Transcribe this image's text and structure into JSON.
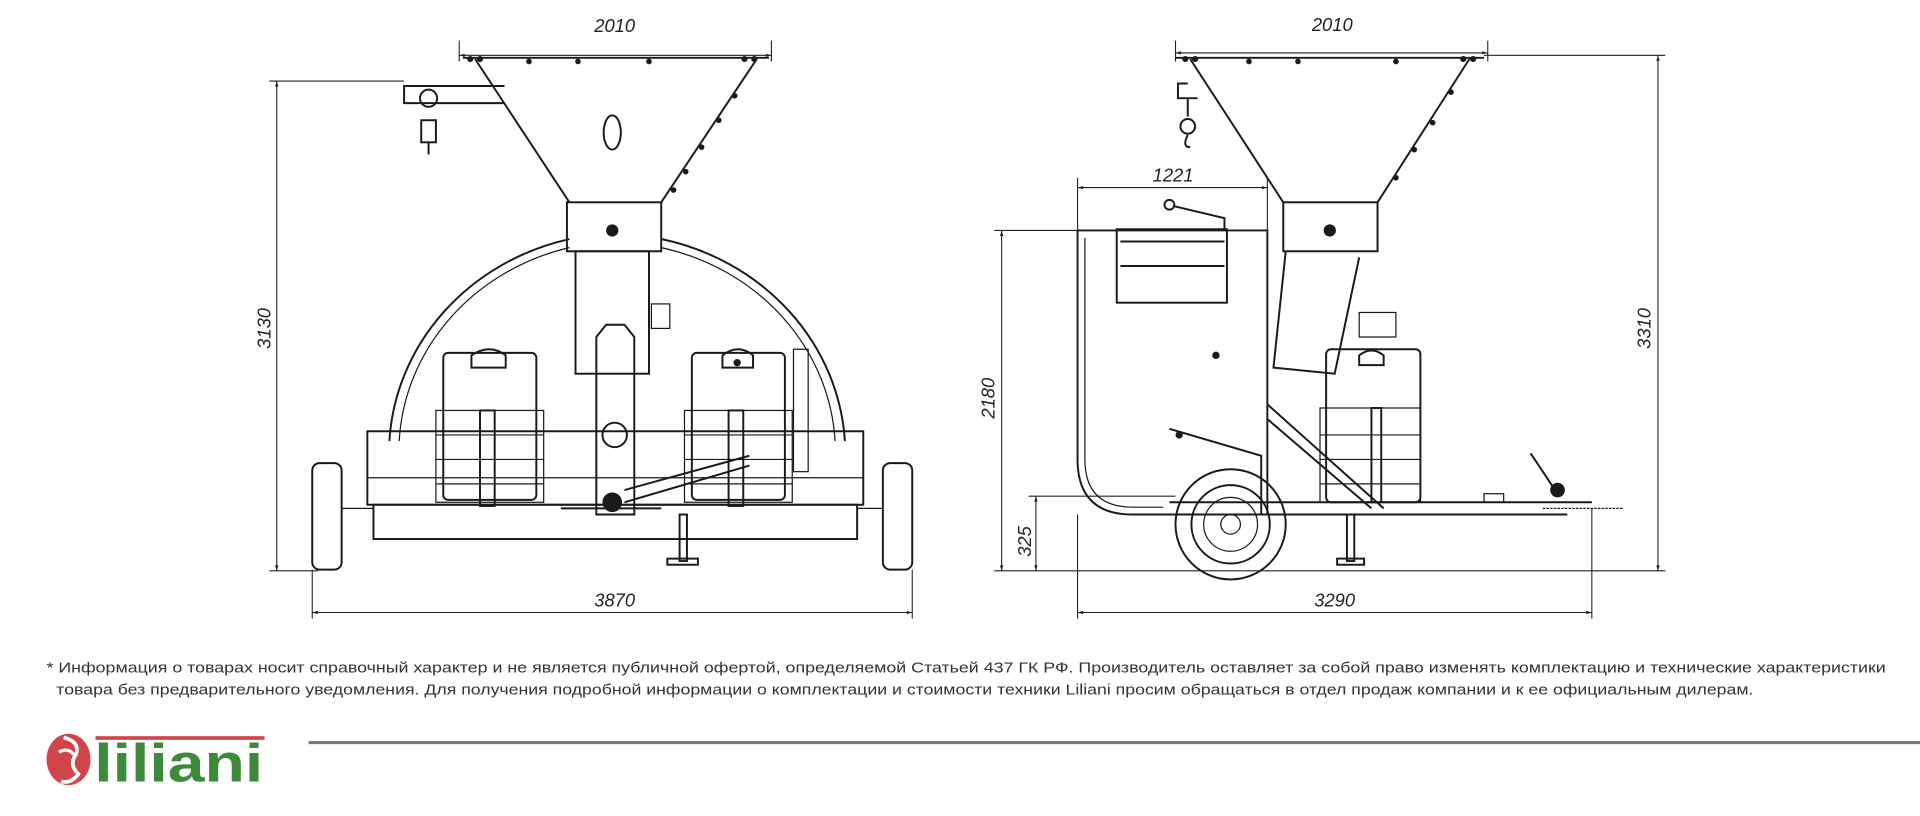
{
  "front_view": {
    "dim_top_width": "2010",
    "dim_height": "3130",
    "dim_total_width": "3870"
  },
  "side_view": {
    "dim_top_width": "2010",
    "dim_body_length": "1221",
    "dim_body_height": "2180",
    "dim_clearance": "325",
    "dim_total_height": "3310",
    "dim_total_length": "3290"
  },
  "footer": {
    "disclaimer_line1": "* Информация о товарах носит справочный характер и не является публичной офертой, определяемой Статьей 437 ГК РФ. Производитель оставляет за собой право изменять комплектацию и технические характеристики",
    "disclaimer_line2": "товара без предварительного уведомления. Для получения подробной информации о комплектации и стоимости техники Liliani просим обращаться в отдел продаж компании и к ее официальным дилерам.",
    "logo_text": "liliani"
  },
  "colors": {
    "logo_red": "#d0454a",
    "logo_green": "#3d8a3c",
    "divider": "#777777"
  }
}
